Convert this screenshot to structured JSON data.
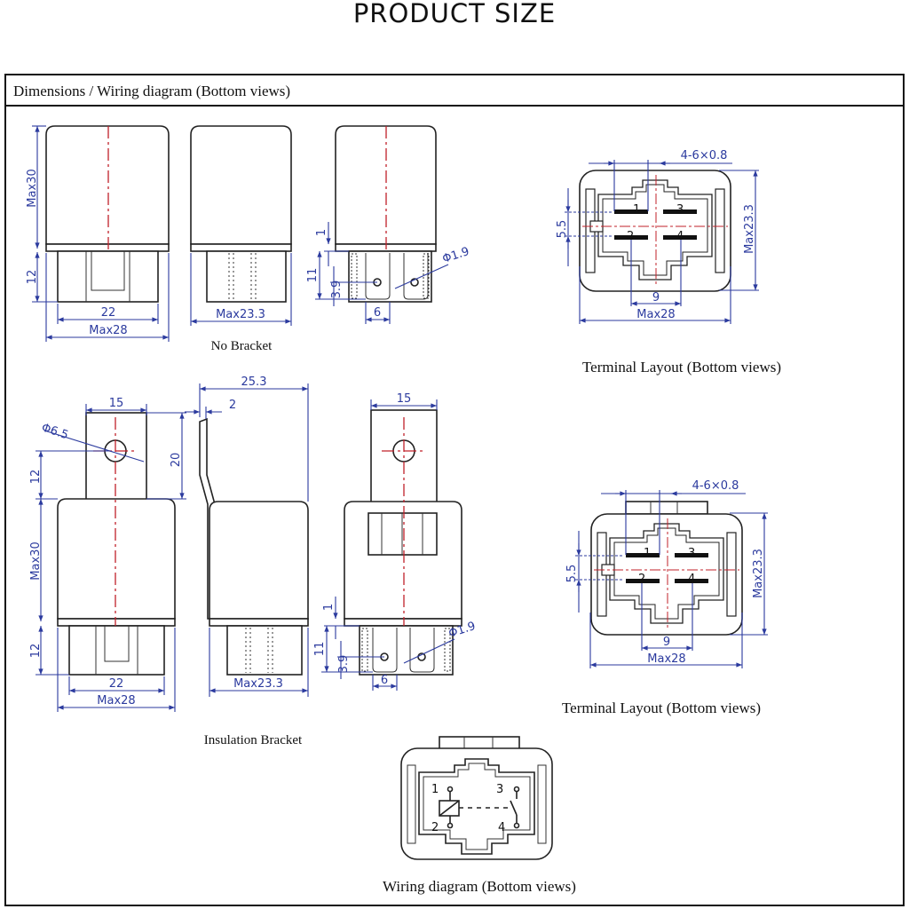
{
  "title": "PRODUCT SIZE",
  "header": "Dimensions / Wiring diagram (Bottom views)",
  "no_bracket": {
    "caption": "No Bracket",
    "front": {
      "height": "Max30",
      "base_height": "12",
      "inner_width": "22",
      "width": "Max28"
    },
    "side": {
      "width": "Max23.3"
    },
    "terminal_side": {
      "gap": "1",
      "height": "11",
      "hole_offset": "3.9",
      "spacing": "6",
      "hole_dia": "Φ1.9"
    }
  },
  "insulation_bracket": {
    "caption": "Insulation Bracket",
    "front": {
      "bracket_width": "15",
      "hole_dia": "Φ6.5",
      "bracket_height": "20",
      "bracket_offset": "12",
      "height": "Max30",
      "base_height": "12",
      "inner_width": "22",
      "width": "Max28"
    },
    "side": {
      "depth": "25.3",
      "thickness": "2",
      "width": "Max23.3"
    },
    "terminal_side": {
      "bracket_width": "15",
      "gap": "1",
      "height": "11",
      "hole_offset": "3.9",
      "spacing": "6",
      "hole_dia": "Φ1.9"
    }
  },
  "terminal_layouts": [
    {
      "caption": "Terminal Layout (Bottom views)",
      "pin_size": "4-6×0.8",
      "pitch_v": "5.5",
      "height": "Max23.3",
      "pitch_h": "9",
      "width": "Max28",
      "pins": [
        "1",
        "2",
        "3",
        "4"
      ]
    },
    {
      "caption": "Terminal Layout (Bottom views)",
      "pin_size": "4-6×0.8",
      "pitch_v": "5.5",
      "height": "Max23.3",
      "pitch_h": "9",
      "width": "Max28",
      "pins": [
        "1",
        "2",
        "3",
        "4"
      ]
    }
  ],
  "wiring": {
    "caption": "Wiring diagram (Bottom views)",
    "pins": [
      "1",
      "2",
      "3",
      "4"
    ]
  },
  "colors": {
    "dimension": "#2b3a9e",
    "centerline": "#c0202a",
    "outline": "#222222"
  }
}
